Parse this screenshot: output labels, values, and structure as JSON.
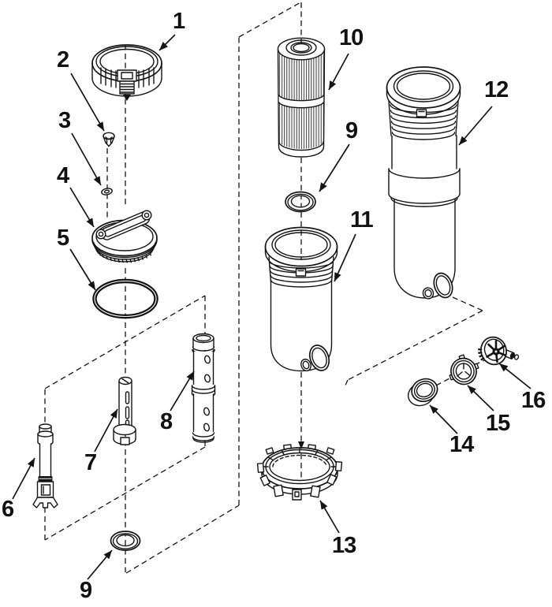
{
  "canvas": {
    "background": "#ffffff",
    "ink": "#141414"
  },
  "callouts": {
    "c1": {
      "label": "1"
    },
    "c2": {
      "label": "2"
    },
    "c3": {
      "label": "3"
    },
    "c4": {
      "label": "4"
    },
    "c5": {
      "label": "5"
    },
    "c6": {
      "label": "6"
    },
    "c7": {
      "label": "7"
    },
    "c8": {
      "label": "8"
    },
    "c9a": {
      "label": "9"
    },
    "c9b": {
      "label": "9"
    },
    "c10": {
      "label": "10"
    },
    "c11": {
      "label": "11"
    },
    "c12": {
      "label": "12"
    },
    "c13": {
      "label": "13"
    },
    "c14": {
      "label": "14"
    },
    "c15": {
      "label": "15"
    },
    "c16": {
      "label": "16"
    }
  }
}
